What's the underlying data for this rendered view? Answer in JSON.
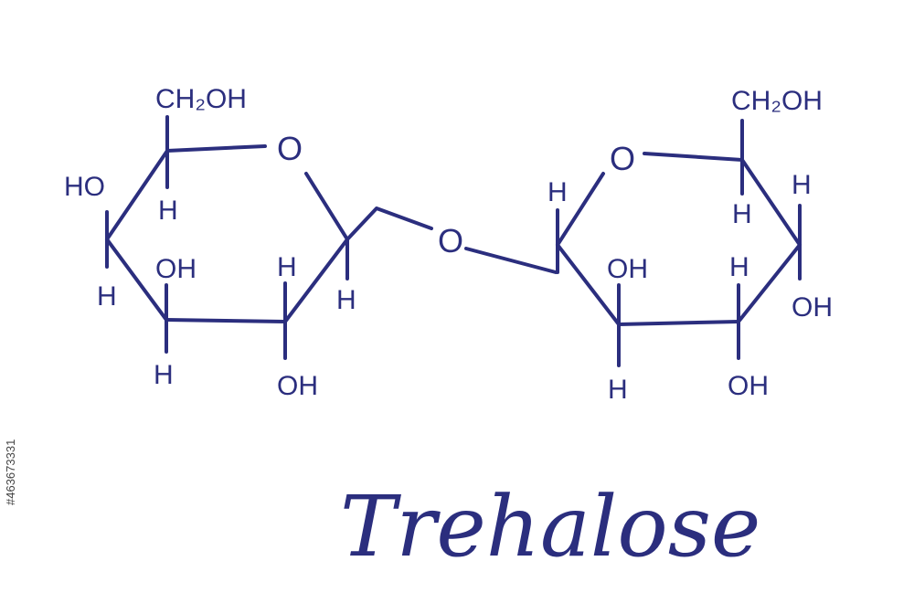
{
  "colors": {
    "ink": "#2b2e7e",
    "background": "#ffffff"
  },
  "title": "Trehalose",
  "stock_id": "#463673331",
  "left_ring": {
    "ring_oxygen": "O",
    "ch2oh": "CH₂OH",
    "h_c5": "H",
    "ho_c4": "HO",
    "h_c4": "H",
    "oh_c3": "OH",
    "h_c3": "H",
    "h_c2": "H",
    "oh_c2": "OH",
    "h_c1": "H"
  },
  "bridge": {
    "glycosidic_oxygen": "O"
  },
  "right_ring": {
    "ring_oxygen": "O",
    "ch2oh": "CH₂OH",
    "h_c1": "H",
    "h_c5": "H",
    "h_c4": "H",
    "oh_c4": "OH",
    "oh_c2": "OH",
    "h_c2": "H",
    "h_c3": "H",
    "oh_c3": "OH"
  }
}
